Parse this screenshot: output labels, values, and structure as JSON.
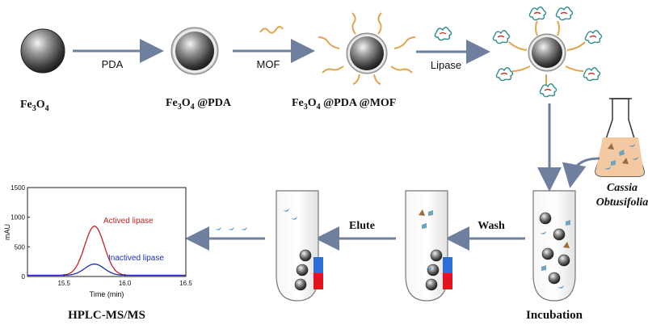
{
  "colors": {
    "sphere_dark": "#2b2b2b",
    "arrow_fill": "#c9d3e6",
    "arrow_stroke": "#6f7f9f",
    "ligand": "#e3a34f",
    "active_curve": "#cc1f1f",
    "inactive_curve": "#1a2fb8",
    "magnet_red": "#e0151b",
    "magnet_blue": "#2a6fd6",
    "flask_liquid": "#f2c9a3"
  },
  "stages": {
    "fe3o4": {
      "base": "Fe",
      "s1": "3",
      "mid": "O",
      "s2": "4"
    },
    "fe3o4_pda": {
      "base": "Fe",
      "s1": "3",
      "mid": "O",
      "s2": "4",
      "tail": " @PDA"
    },
    "fe3o4_pda_mof": {
      "base": "Fe",
      "s1": "3",
      "mid": "O",
      "s2": "4",
      "tail": " @PDA @MOF"
    }
  },
  "arrows": {
    "pda": "PDA",
    "mof": "MOF",
    "lipase": "Lipase",
    "wash": "Wash",
    "elute": "Elute"
  },
  "flask": {
    "line1": "Cassia",
    "line2": "Obtusifolia"
  },
  "labels": {
    "incubation": "Incubation",
    "hplc": "HPLC-MS/MS"
  },
  "chart_data": {
    "type": "line",
    "ylabel": "mAU",
    "xlabel": "Time (min)",
    "xlim": [
      15.2,
      16.5
    ],
    "ylim": [
      0,
      1500
    ],
    "x_ticks": [
      "15.5",
      "16.0",
      "16.5"
    ],
    "y_ticks": [
      "0",
      "500",
      "1000",
      "1500"
    ],
    "series": [
      {
        "name": "Actived lipase",
        "peak_x": 15.75,
        "peak_y": 850,
        "width": 0.08,
        "baseline": 20
      },
      {
        "name": "Inactived lipase",
        "peak_x": 15.75,
        "peak_y": 210,
        "width": 0.08,
        "baseline": 20
      }
    ]
  }
}
